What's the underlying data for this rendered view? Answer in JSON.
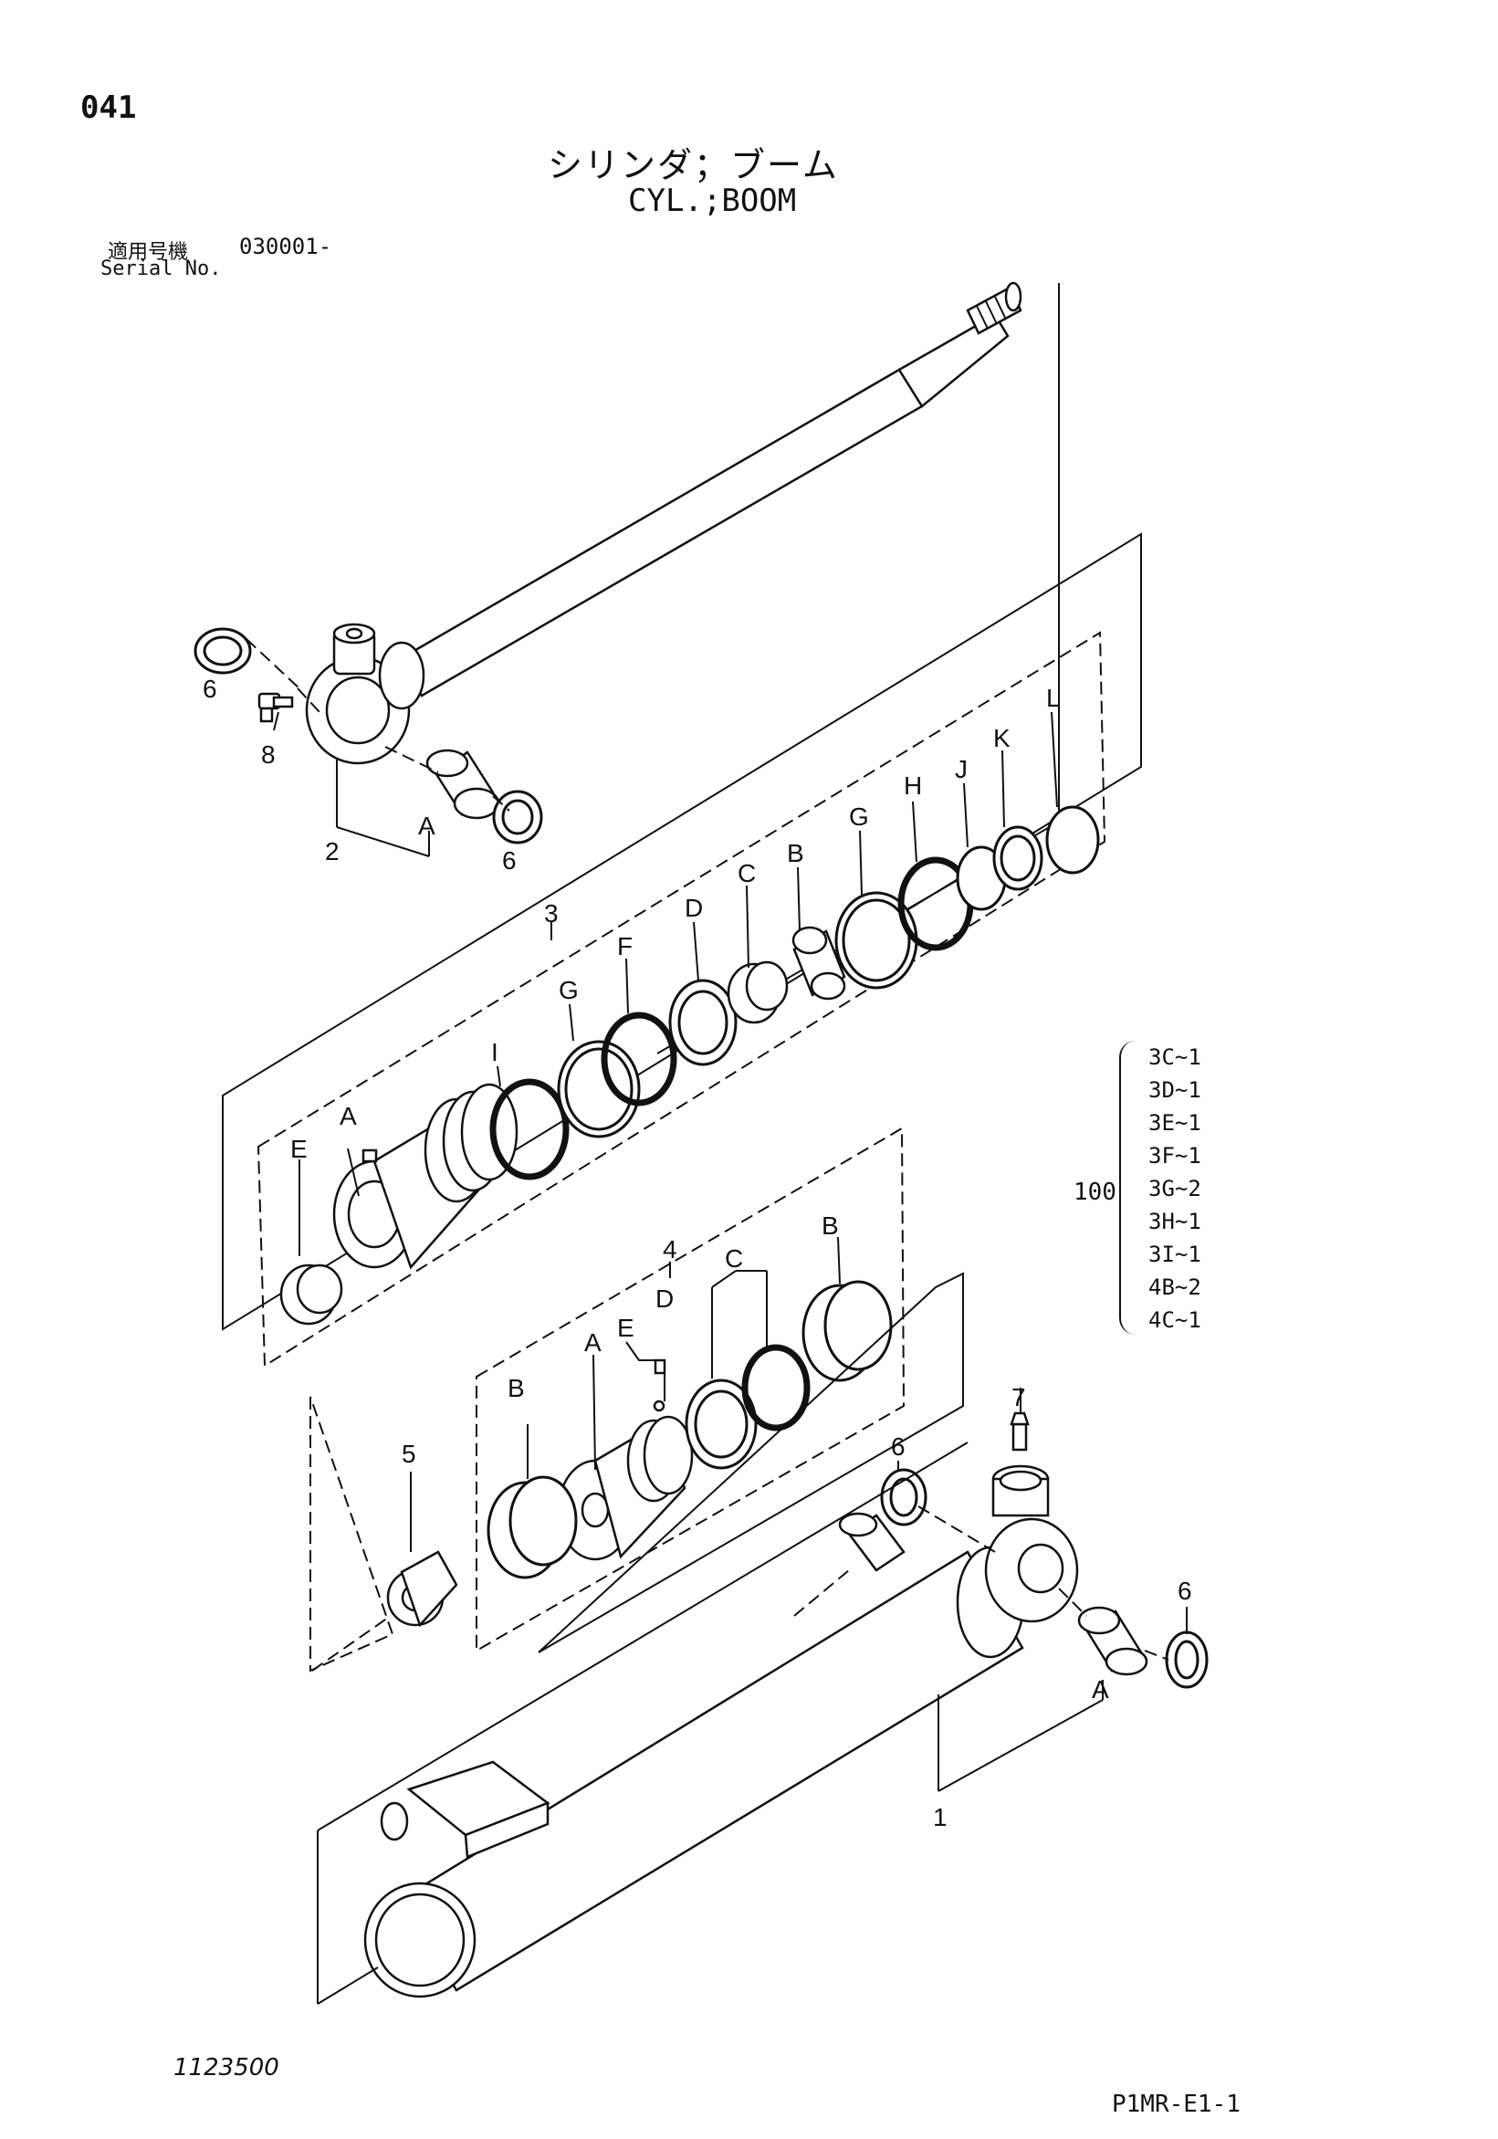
{
  "header": {
    "page_code": "041",
    "title_jp": "シリンダ；ブーム",
    "title_en": "CYL.;BOOM",
    "serial_label_jp": "適用号機",
    "serial_value": "030001-",
    "serial_label_en": "Serial No."
  },
  "callouts": {
    "c1": "1",
    "c2": "2",
    "c3": "3",
    "c4": "4",
    "c5": "5",
    "c6a": "6",
    "c6b": "6",
    "c6c": "6",
    "c6d": "6",
    "c7": "7",
    "c8": "8",
    "rodA": "A",
    "p3": {
      "A": "A",
      "B": "B",
      "C": "C",
      "D": "D",
      "E": "E",
      "F": "F",
      "G1": "G",
      "G2": "G",
      "H": "H",
      "I": "I",
      "J": "J",
      "K": "K",
      "L": "L"
    },
    "p4": {
      "A": "A",
      "B1": "B",
      "B2": "B",
      "C": "C",
      "D": "D",
      "E": "E"
    },
    "tubeA": "A"
  },
  "kit": {
    "qty_label": "100",
    "items": [
      "3C~1",
      "3D~1",
      "3E~1",
      "3F~1",
      "3G~2",
      "3H~1",
      "3I~1",
      "4B~2",
      "4C~1"
    ]
  },
  "footer": {
    "figure_number": "1123500",
    "document_code": "P1MR-E1-1"
  }
}
